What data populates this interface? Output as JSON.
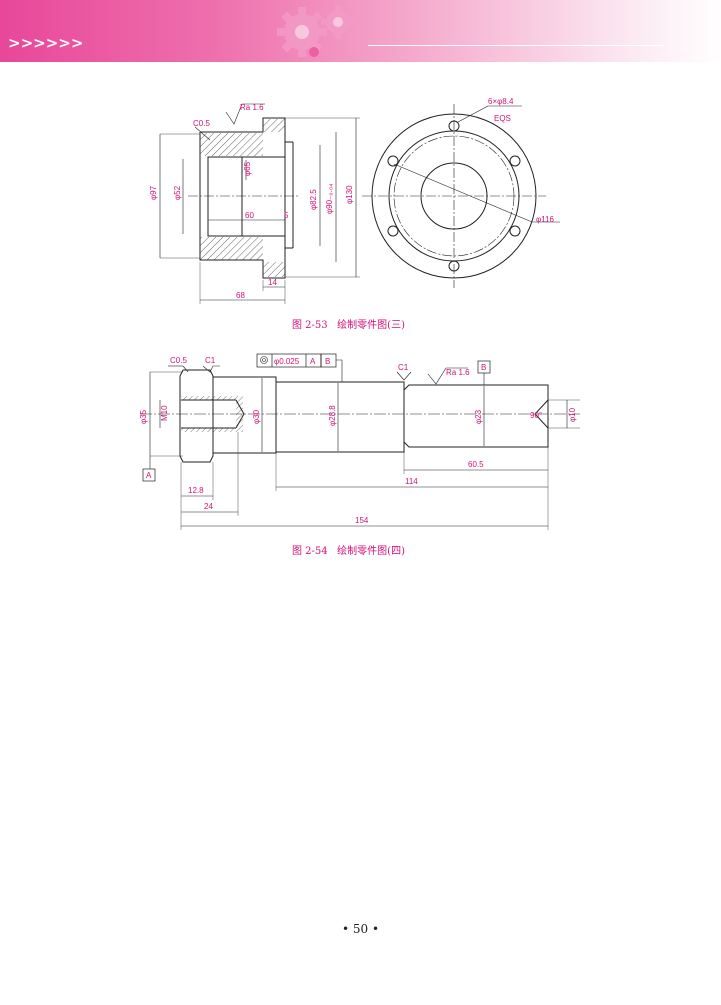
{
  "header": {
    "chevrons": ">>>>>>"
  },
  "figure_53": {
    "caption": "图 2-53   绘制零件图(三)",
    "labels": {
      "chamfer": "C0.5",
      "roughness": "Ra 1.6",
      "d97": "φ97",
      "d52": "φ52",
      "d65": "φ65",
      "d82": "φ82.5",
      "d90": "φ90₋₀.₀₄",
      "d130": "φ130",
      "len60": "60",
      "len5": "5",
      "len14": "14",
      "len68": "68",
      "holes": "6×φ8.4",
      "eqs": "EQS",
      "d116": "φ116"
    }
  },
  "figure_54": {
    "caption": "图 2-54   绘制零件图(四)",
    "labels": {
      "c05": "C0.5",
      "c1a": "C1",
      "c1b": "C1",
      "tol_value": "φ0.025",
      "tol_a": "A",
      "tol_b": "B",
      "roughness": "Ra 1.6",
      "datum_b": "B",
      "datum_a": "A",
      "d35": "φ35",
      "m10": "M10",
      "d30": "φ30",
      "d28": "φ28.8",
      "d23": "φ23",
      "angle90": "90°",
      "d10": "φ10",
      "len605": "60.5",
      "len114": "114",
      "len128": "12.8",
      "len24": "24",
      "len154": "154"
    }
  },
  "footer": {
    "page_number": "• 50 •"
  }
}
